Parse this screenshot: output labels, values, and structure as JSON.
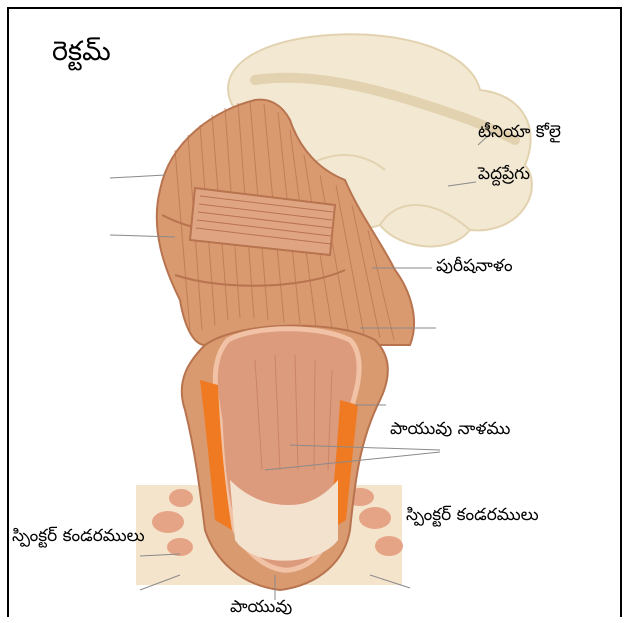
{
  "labels": {
    "title": "రెక్టమ్",
    "taenia_coli": "టీనియా కోలై",
    "large_intestine": "పెద్దప్రేగు",
    "rectum_wall": "పురీషనాళం",
    "anal_canal": "పాయువు నాళము",
    "sphincter_right": "స్పింక్టర్ కండరములు",
    "sphincter_left": "స్పింక్టర్ కండరములు",
    "anus": "పాయువు"
  },
  "colors": {
    "colon": "#f3e9d3",
    "colon_shade": "#e2d2b0",
    "muscle": "#d99a70",
    "muscle_dark": "#b8734f",
    "lumen": "#dd9b7e",
    "mucosa": "#f1c2a6",
    "sphincter": "#ef7a22",
    "fat": "#f4e4cc",
    "fat_nodule": "#e6a487",
    "frame": "#000000"
  }
}
